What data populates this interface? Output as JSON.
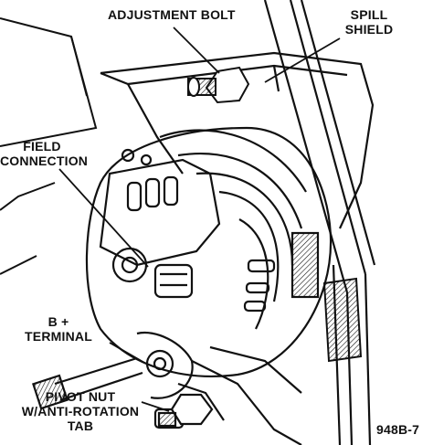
{
  "labels": {
    "adjustment_bolt": "ADJUSTMENT BOLT",
    "spill_shield_line1": "SPILL",
    "spill_shield_line2": "SHIELD",
    "field_connection_line1": "FIELD",
    "field_connection_line2": "CONNECTION",
    "b_terminal_line1": "B +",
    "b_terminal_line2": "TERMINAL",
    "pivot_nut_line1": "PIVOT NUT",
    "pivot_nut_line2": "W/ANTI-ROTATION",
    "pivot_nut_line3": "TAB"
  },
  "figure_id": "948B-7",
  "colors": {
    "ink": "#111111",
    "paper": "#ffffff"
  }
}
